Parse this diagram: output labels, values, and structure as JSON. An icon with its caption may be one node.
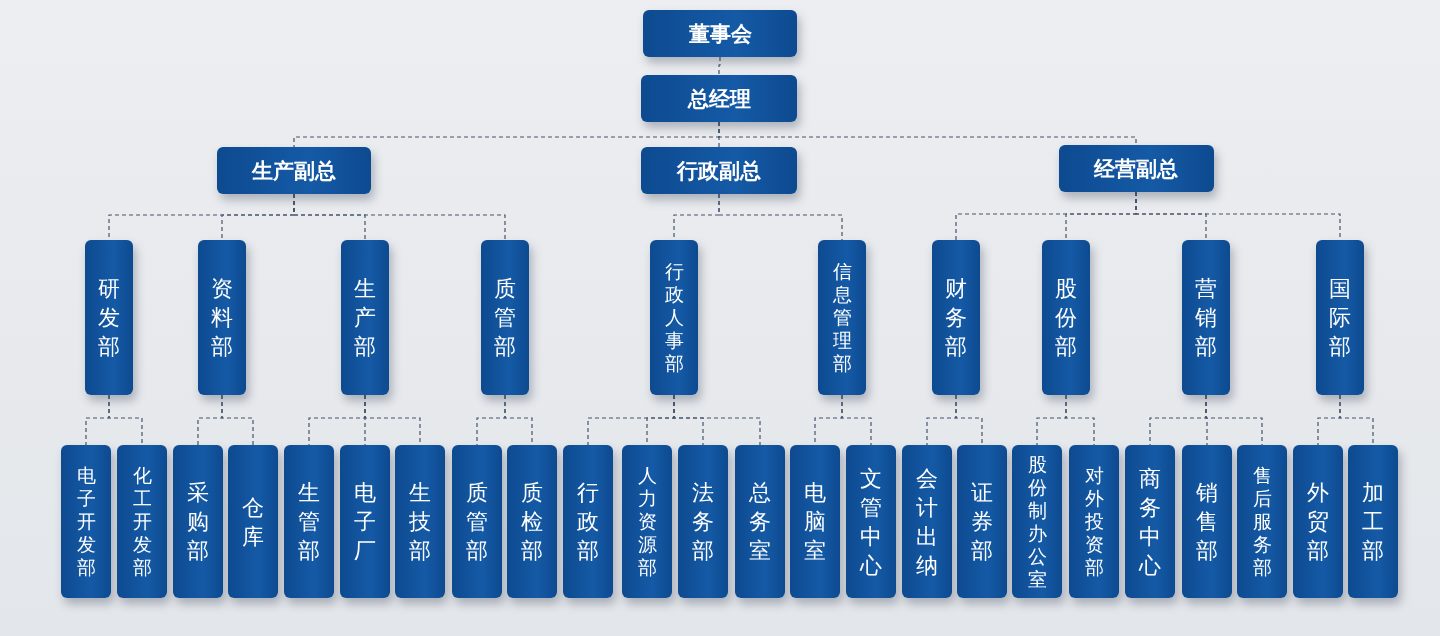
{
  "diagram": {
    "nodes": [
      {
        "text": [
          "董事会"
        ]
      },
      {
        "text": [
          "总经理"
        ]
      },
      {
        "text": [
          "生产副总"
        ]
      },
      {
        "text": [
          "行政副总"
        ]
      },
      {
        "text": [
          "经营副总"
        ]
      },
      {
        "text": [
          "研发部"
        ]
      },
      {
        "text": [
          "资料部"
        ]
      },
      {
        "text": [
          "生产部"
        ]
      },
      {
        "text": [
          "质管部"
        ]
      },
      {
        "text": [
          "行政人事部"
        ]
      },
      {
        "text": [
          "信息管理部"
        ]
      },
      {
        "text": [
          "财务部"
        ]
      },
      {
        "text": [
          "股份部"
        ]
      },
      {
        "text": [
          "营销部"
        ]
      },
      {
        "text": [
          "国际部"
        ]
      },
      {
        "text": [
          "电子开发部"
        ]
      },
      {
        "text": [
          "化工开发部"
        ]
      },
      {
        "text": [
          "采购部"
        ]
      },
      {
        "text": [
          "仓库"
        ]
      },
      {
        "text": [
          "生管部"
        ]
      },
      {
        "text": [
          "电子厂"
        ]
      },
      {
        "text": [
          "生技部"
        ]
      },
      {
        "text": [
          "质管部"
        ]
      },
      {
        "text": [
          "质检部"
        ]
      },
      {
        "text": [
          "行政部"
        ]
      },
      {
        "text": [
          "人力资源部"
        ]
      },
      {
        "text": [
          "法务部"
        ]
      },
      {
        "text": [
          "总务室"
        ]
      },
      {
        "text": [
          "电脑室"
        ]
      },
      {
        "text": [
          "文管中心"
        ]
      },
      {
        "text": [
          "会计出纳"
        ]
      },
      {
        "text": [
          "证券部"
        ]
      },
      {
        "text": [
          "股份制办公室"
        ]
      },
      {
        "text": [
          "对外投资部"
        ]
      },
      {
        "text": [
          "商务中心"
        ]
      },
      {
        "text": [
          "销售部"
        ]
      },
      {
        "text": [
          "售后服务部"
        ]
      },
      {
        "text": [
          "外贸部"
        ]
      },
      {
        "text": [
          "加工部"
        ]
      }
    ],
    "edges": [
      {
        "from": 0,
        "to": 1,
        "arrow": "none"
      },
      {
        "from": 1,
        "to": 2,
        "arrow": "none"
      },
      {
        "from": 1,
        "to": 3,
        "arrow": "none"
      },
      {
        "from": 1,
        "to": 4,
        "arrow": "none"
      },
      {
        "from": 2,
        "to": 5,
        "arrow": "none"
      },
      {
        "from": 2,
        "to": 6,
        "arrow": "none"
      },
      {
        "from": 2,
        "to": 7,
        "arrow": "none"
      },
      {
        "from": 2,
        "to": 8,
        "arrow": "none"
      },
      {
        "from": 3,
        "to": 9,
        "arrow": "none"
      },
      {
        "from": 3,
        "to": 10,
        "arrow": "none"
      },
      {
        "from": 4,
        "to": 11,
        "arrow": "none"
      },
      {
        "from": 4,
        "to": 12,
        "arrow": "none"
      },
      {
        "from": 4,
        "to": 13,
        "arrow": "none"
      },
      {
        "from": 4,
        "to": 14,
        "arrow": "none"
      },
      {
        "from": 5,
        "to": 15,
        "arrow": "none"
      },
      {
        "from": 5,
        "to": 16,
        "arrow": "none"
      },
      {
        "from": 6,
        "to": 17,
        "arrow": "none"
      },
      {
        "from": 6,
        "to": 18,
        "arrow": "none"
      },
      {
        "from": 7,
        "to": 19,
        "arrow": "none"
      },
      {
        "from": 7,
        "to": 20,
        "arrow": "none"
      },
      {
        "from": 7,
        "to": 21,
        "arrow": "none"
      },
      {
        "from": 8,
        "to": 22,
        "arrow": "none"
      },
      {
        "from": 8,
        "to": 23,
        "arrow": "none"
      },
      {
        "from": 9,
        "to": 24,
        "arrow": "none"
      },
      {
        "from": 9,
        "to": 25,
        "arrow": "none"
      },
      {
        "from": 9,
        "to": 26,
        "arrow": "none"
      },
      {
        "from": 9,
        "to": 27,
        "arrow": "none"
      },
      {
        "from": 10,
        "to": 28,
        "arrow": "none"
      },
      {
        "from": 10,
        "to": 29,
        "arrow": "none"
      },
      {
        "from": 11,
        "to": 30,
        "arrow": "none"
      },
      {
        "from": 11,
        "to": 31,
        "arrow": "none"
      },
      {
        "from": 12,
        "to": 32,
        "arrow": "none"
      },
      {
        "from": 12,
        "to": 33,
        "arrow": "none"
      },
      {
        "from": 13,
        "to": 34,
        "arrow": "none"
      },
      {
        "from": 13,
        "to": 35,
        "arrow": "none"
      },
      {
        "from": 13,
        "to": 36,
        "arrow": "none"
      },
      {
        "from": 14,
        "to": 37,
        "arrow": "none"
      },
      {
        "from": 14,
        "to": 38,
        "arrow": "none"
      }
    ]
  }
}
